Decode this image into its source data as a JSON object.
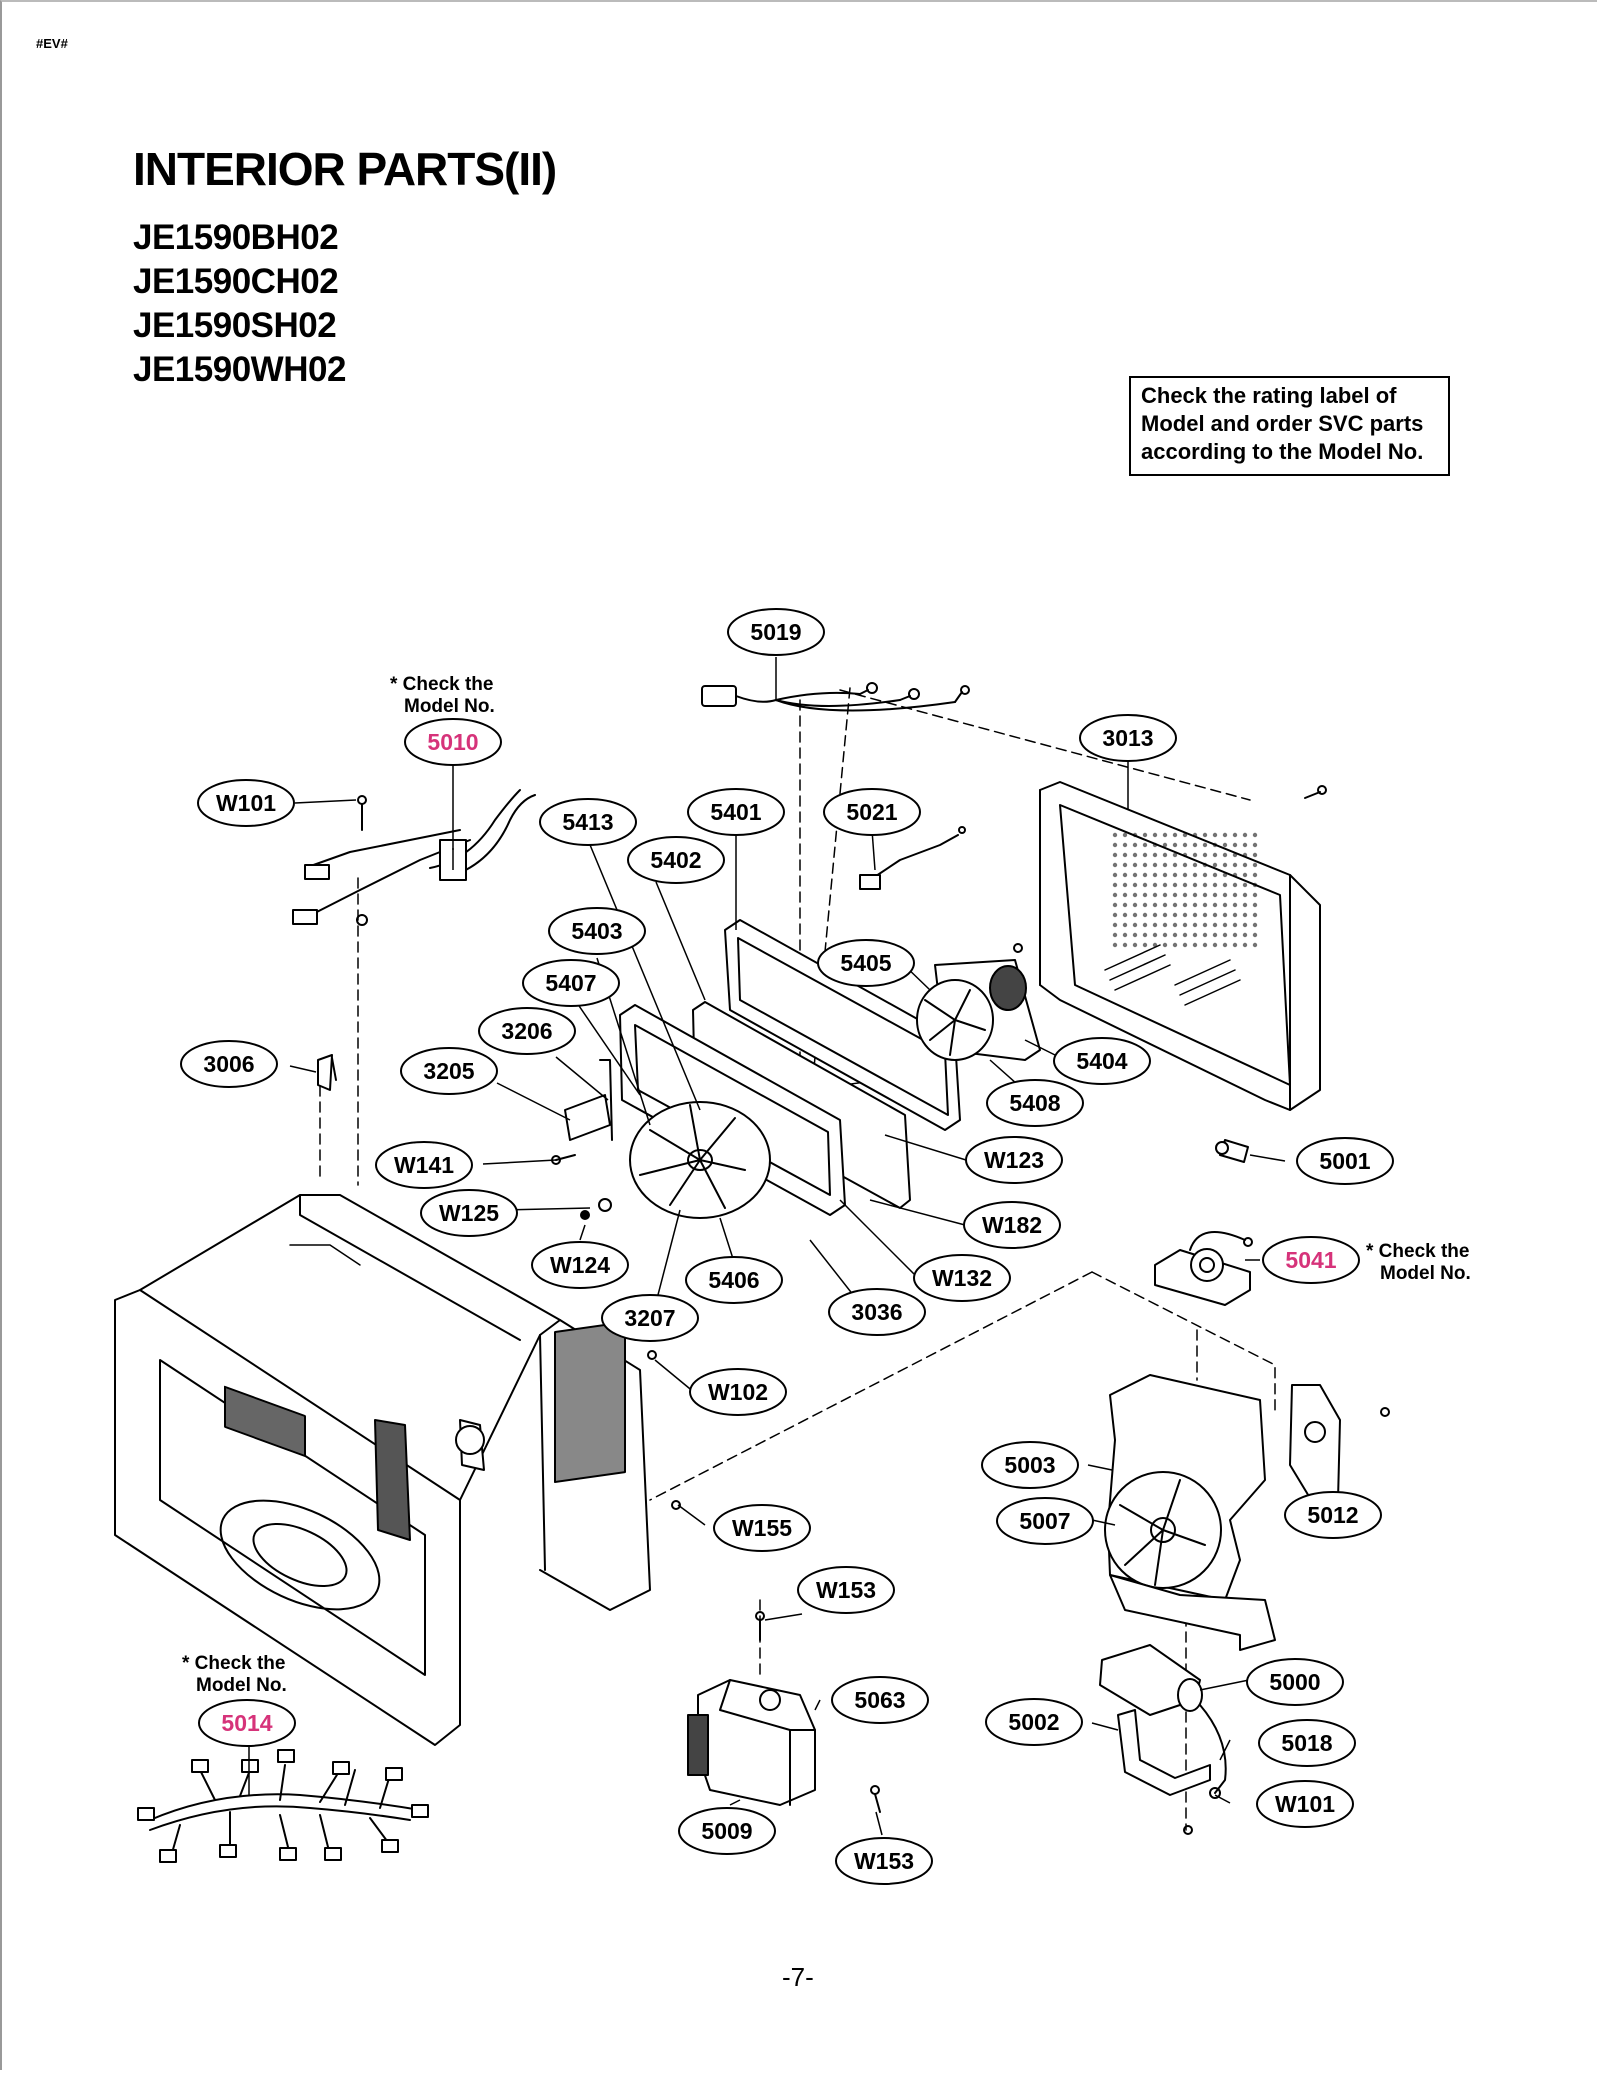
{
  "header": {
    "doc_code": "#EV#",
    "title": "INTERIOR PARTS(II)",
    "models": [
      "JE1590BH02",
      "JE1590CH02",
      "JE1590SH02",
      "JE1590WH02"
    ]
  },
  "note_box": {
    "lines": [
      "Check the rating label of",
      "Model and order SVC parts",
      "according to the Model No."
    ]
  },
  "check_note": {
    "line1": "* Check the",
    "line2": "Model No."
  },
  "colors": {
    "highlight": "#d6337a",
    "ink": "#000000"
  },
  "callouts": [
    {
      "id": "c5019",
      "label": "5019"
    },
    {
      "id": "c5010",
      "label": "5010",
      "highlight": true
    },
    {
      "id": "c3013",
      "label": "3013"
    },
    {
      "id": "cW101a",
      "label": "W101"
    },
    {
      "id": "c5413",
      "label": "5413"
    },
    {
      "id": "c5401",
      "label": "5401"
    },
    {
      "id": "c5021",
      "label": "5021"
    },
    {
      "id": "c5402",
      "label": "5402"
    },
    {
      "id": "c5403",
      "label": "5403"
    },
    {
      "id": "c5405",
      "label": "5405"
    },
    {
      "id": "c5407",
      "label": "5407"
    },
    {
      "id": "c3206",
      "label": "3206"
    },
    {
      "id": "c3006",
      "label": "3006"
    },
    {
      "id": "c3205",
      "label": "3205"
    },
    {
      "id": "c5404",
      "label": "5404"
    },
    {
      "id": "c5408",
      "label": "5408"
    },
    {
      "id": "cW123",
      "label": "W123"
    },
    {
      "id": "c5001",
      "label": "5001"
    },
    {
      "id": "cW141",
      "label": "W141"
    },
    {
      "id": "cW125",
      "label": "W125"
    },
    {
      "id": "cW182",
      "label": "W182"
    },
    {
      "id": "c5041",
      "label": "5041",
      "highlight": true
    },
    {
      "id": "cW124",
      "label": "W124"
    },
    {
      "id": "c5406",
      "label": "5406"
    },
    {
      "id": "cW132",
      "label": "W132"
    },
    {
      "id": "c3207",
      "label": "3207"
    },
    {
      "id": "c3036",
      "label": "3036"
    },
    {
      "id": "cW102",
      "label": "W102"
    },
    {
      "id": "c5003",
      "label": "5003"
    },
    {
      "id": "c5012",
      "label": "5012"
    },
    {
      "id": "c5007",
      "label": "5007"
    },
    {
      "id": "cW155",
      "label": "W155"
    },
    {
      "id": "cW153a",
      "label": "W153"
    },
    {
      "id": "c5014",
      "label": "5014",
      "highlight": true
    },
    {
      "id": "c5063",
      "label": "5063"
    },
    {
      "id": "c5000",
      "label": "5000"
    },
    {
      "id": "c5002",
      "label": "5002"
    },
    {
      "id": "c5018",
      "label": "5018"
    },
    {
      "id": "cW101b",
      "label": "W101"
    },
    {
      "id": "c5009",
      "label": "5009"
    },
    {
      "id": "cW153b",
      "label": "W153"
    }
  ],
  "footer": {
    "page_number": "-7-"
  }
}
